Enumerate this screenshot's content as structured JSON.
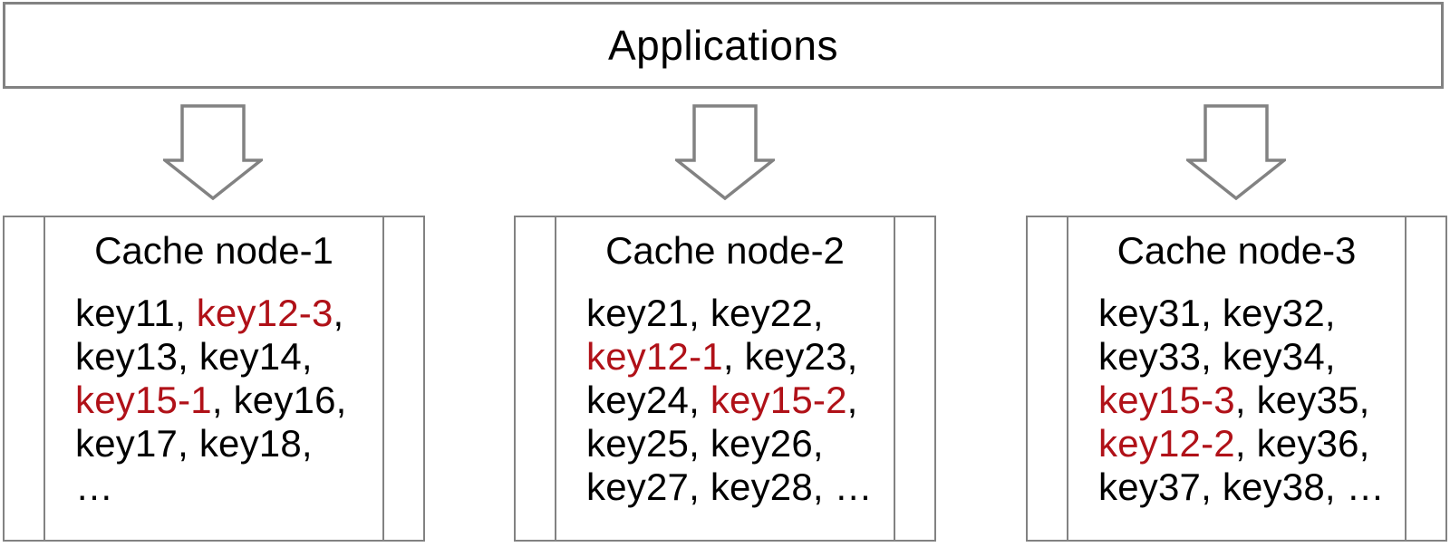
{
  "header": {
    "title": "Applications"
  },
  "colors": {
    "red": "#b01118",
    "border_gray": "#828282",
    "text": "#000000"
  },
  "icons": {
    "arrow": "down-arrow"
  },
  "nodes": [
    {
      "title": "Cache node-1",
      "lines": [
        [
          {
            "t": "key11, "
          },
          {
            "t": "key12-3",
            "red": true
          },
          {
            "t": ","
          }
        ],
        [
          {
            "t": "key13, key14,"
          }
        ],
        [
          {
            "t": "key15-1",
            "red": true
          },
          {
            "t": ", key16,"
          }
        ],
        [
          {
            "t": "key17, key18,"
          }
        ],
        [
          {
            "t": "…"
          }
        ]
      ]
    },
    {
      "title": "Cache node-2",
      "lines": [
        [
          {
            "t": "key21, key22,"
          }
        ],
        [
          {
            "t": "key12-1",
            "red": true
          },
          {
            "t": ", key23,"
          }
        ],
        [
          {
            "t": "key24, "
          },
          {
            "t": "key15-2",
            "red": true
          },
          {
            "t": ","
          }
        ],
        [
          {
            "t": "key25, key26,"
          }
        ],
        [
          {
            "t": "key27, key28, …"
          }
        ]
      ]
    },
    {
      "title": "Cache node-3",
      "lines": [
        [
          {
            "t": "key31, key32,"
          }
        ],
        [
          {
            "t": "key33, key34,"
          }
        ],
        [
          {
            "t": "key15-3",
            "red": true
          },
          {
            "t": ", key35,"
          }
        ],
        [
          {
            "t": "key12-2",
            "red": true
          },
          {
            "t": ", key36,"
          }
        ],
        [
          {
            "t": "key37, key38, …"
          }
        ]
      ]
    }
  ]
}
